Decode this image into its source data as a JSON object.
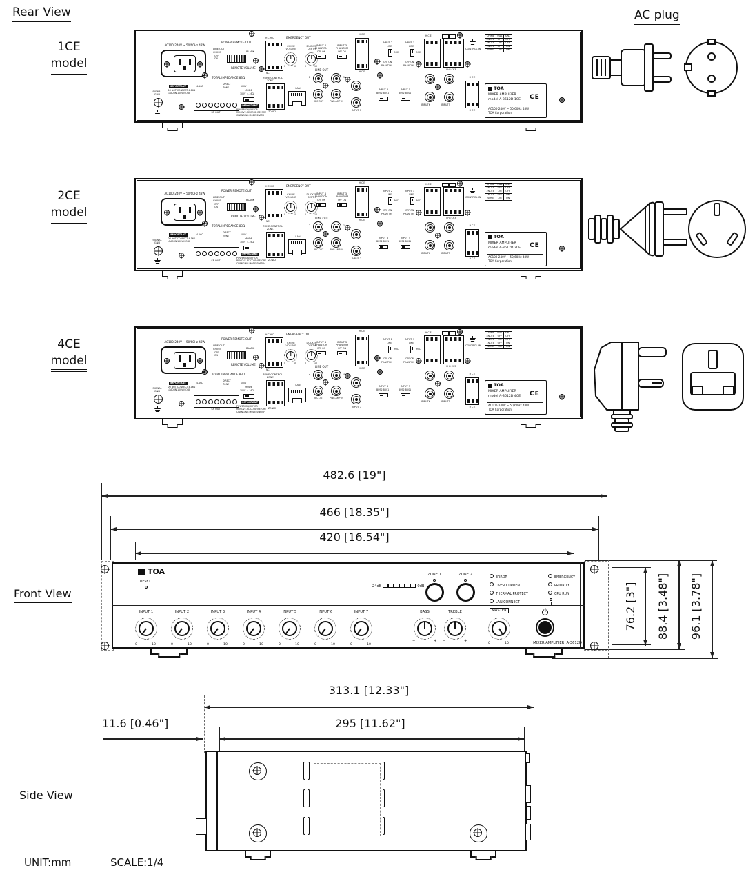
{
  "labels": {
    "rear_view": "Rear View",
    "ac_plug": "AC plug",
    "front_view": "Front View",
    "side_view": "Side View",
    "unit": "UNIT:mm",
    "scale": "SCALE:1/4",
    "model_word": "model"
  },
  "icons": {
    "screw": "crosshead-screw",
    "ground": "earth-ground",
    "power": "power-standby"
  },
  "models": [
    {
      "name": "1CE",
      "nameplate_model": "model A-3612D 1CE",
      "plug": "schuko"
    },
    {
      "name": "2CE",
      "nameplate_model": "model A-3612D 2CE",
      "plug": "australian"
    },
    {
      "name": "4CE",
      "nameplate_model": "model A-3612D 4CE",
      "plug": "uk"
    }
  ],
  "rear_panel": {
    "ac_rating": "AC100-240V ~ 50/60Hz 48W",
    "power_remote_out": "POWER REMOTE OUT",
    "line_out_sw": "LINE OUT",
    "chime_sw": "CHIME",
    "blank": "BLANK",
    "off_on_v": "OFF\nON",
    "remote_volume": "REMOTE VOLUME",
    "total_impedance": "TOTAL IMPEDANCE 83Ω",
    "important": "IMPORTANT",
    "warn_load": "DO NOT CONNECT 4-16Ω\nLOAD IN 100V MODE",
    "sp_4_16": "4-16Ω",
    "direct": "DIRECT",
    "zone": "ZONE",
    "v100": "100V",
    "sp_out": "SP OUT",
    "mode": "MODE",
    "mode_vals": "100V  4-16Ω",
    "warn_mode": "POWER ON/OFF OR\nREMOVE AC CORD BEFORE\nCHANGING MODE SWITCH",
    "signal_gnd": "SIGNAL\nGND",
    "emergency_out": "EMERGENCY OUT",
    "hchc": "H C H C",
    "nc": "NC",
    "zone_control": "ZONE CONTROL",
    "zone1": "ZONE1",
    "zone2": "ZONE2",
    "chime_volume": "CHIME\nVOLUME",
    "ducker_depth": "DUCKER\nDEPTH",
    "k0": "0",
    "k10": "10",
    "input4_phantom": "INPUT 4\nPHANTOM",
    "input3_phantom": "INPUT 3\nPHANTOM",
    "off_on": "OFF ON",
    "hce": "H C E",
    "lan": "LAN",
    "line_out": "LINE OUT",
    "jack2": "2",
    "jack1": "1",
    "rec_out": "REC OUT",
    "pwr_amp_in": "PWR AMP IN",
    "input7": "INPUT 7",
    "input2": "INPUT 2",
    "input1": "INPUT 1",
    "line": "LINE",
    "mic": "MIC",
    "phantom": "PHANTOM",
    "ch43": "CH4 CH3",
    "control_in": "CONTROL IN",
    "chime_table": {
      "headers": [
        "CHIME",
        "SW1",
        "SW2"
      ],
      "rows": [
        [
          "4NOTE",
          "OFF",
          "OFF"
        ],
        [
          "2NOTE",
          "ON",
          "OFF"
        ],
        [
          "1NOTE",
          "OFF",
          "ON"
        ],
        [
          "NONE",
          "ON",
          "ON"
        ]
      ]
    },
    "input6": "INPUT 6",
    "input5": "INPUT 5",
    "bus": "BUS2 BUS1",
    "input6_jack": "INPUT6",
    "input5_jack": "INPUT5",
    "nameplate": {
      "brand": "TOA",
      "line1": "MIXER AMPLIFIER",
      "ce": "CE",
      "rating": "AC100-240V ~ 50/60Hz 48W",
      "corp": "TOA Corporation"
    }
  },
  "front_panel": {
    "brand": "TOA",
    "reset": "RESET",
    "meter_left": "-24dB",
    "meter_right": "0dB",
    "meter_cells": 6,
    "zone1": "ZONE 1",
    "zone2": "ZONE 2",
    "indicators_left": [
      "ERROR",
      "OVER CURRENT",
      "THERMAL PROTECT",
      "LAN CONNECT"
    ],
    "indicators_right": [
      "EMERGENCY",
      "PRIORITY",
      "CPU RUN"
    ],
    "inputs": [
      "INPUT 1",
      "INPUT 2",
      "INPUT 3",
      "INPUT 4",
      "INPUT 5",
      "INPUT 6",
      "INPUT 7"
    ],
    "k0": "0",
    "k10": "10",
    "minus": "−",
    "plus": "+",
    "bass": "BASS",
    "treble": "TREBLE",
    "master": "MASTER",
    "model_text": "MIXER AMPLIFIER  A-3612D"
  },
  "dimensions": {
    "front_width": [
      "482.6 [19\"]",
      "466 [18.35\"]",
      "420 [16.54\"]"
    ],
    "front_height": [
      "76.2 [3\"]",
      "88.4 [3.48\"]",
      "96.1 [3.78\"]"
    ],
    "side_total": "313.1 [12.33\"]",
    "side_body": "295 [11.62\"]",
    "side_lip": "11.6 [0.46\"]"
  }
}
